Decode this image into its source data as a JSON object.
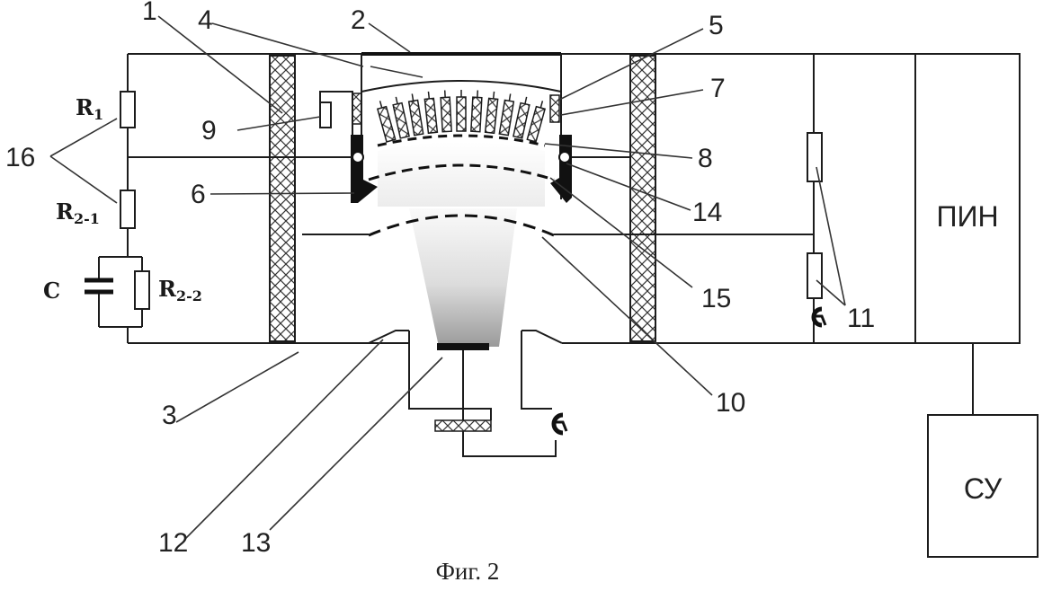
{
  "figure": {
    "caption": "Фиг. 2",
    "ref_numbers": {
      "n1": "1",
      "n2": "2",
      "n3": "3",
      "n4": "4",
      "n5": "5",
      "n6": "6",
      "n7": "7",
      "n8": "8",
      "n9": "9",
      "n10": "10",
      "n11": "11",
      "n12": "12",
      "n13": "13",
      "n14": "14",
      "n15": "15",
      "n16": "16"
    },
    "components": {
      "r1": {
        "letter": "R",
        "sub": "1"
      },
      "r21": {
        "letter": "R",
        "sub": "2-1"
      },
      "r22": {
        "letter": "R",
        "sub": "2-2"
      },
      "c": "C"
    },
    "blocks": {
      "pin": "ПИН",
      "su": "СУ"
    }
  },
  "colors": {
    "line": "#1c1c1c",
    "hatch": "#333333",
    "beam_light": "#f4f4f4",
    "beam_dark": "#9a9a9a",
    "target": "#222222"
  }
}
